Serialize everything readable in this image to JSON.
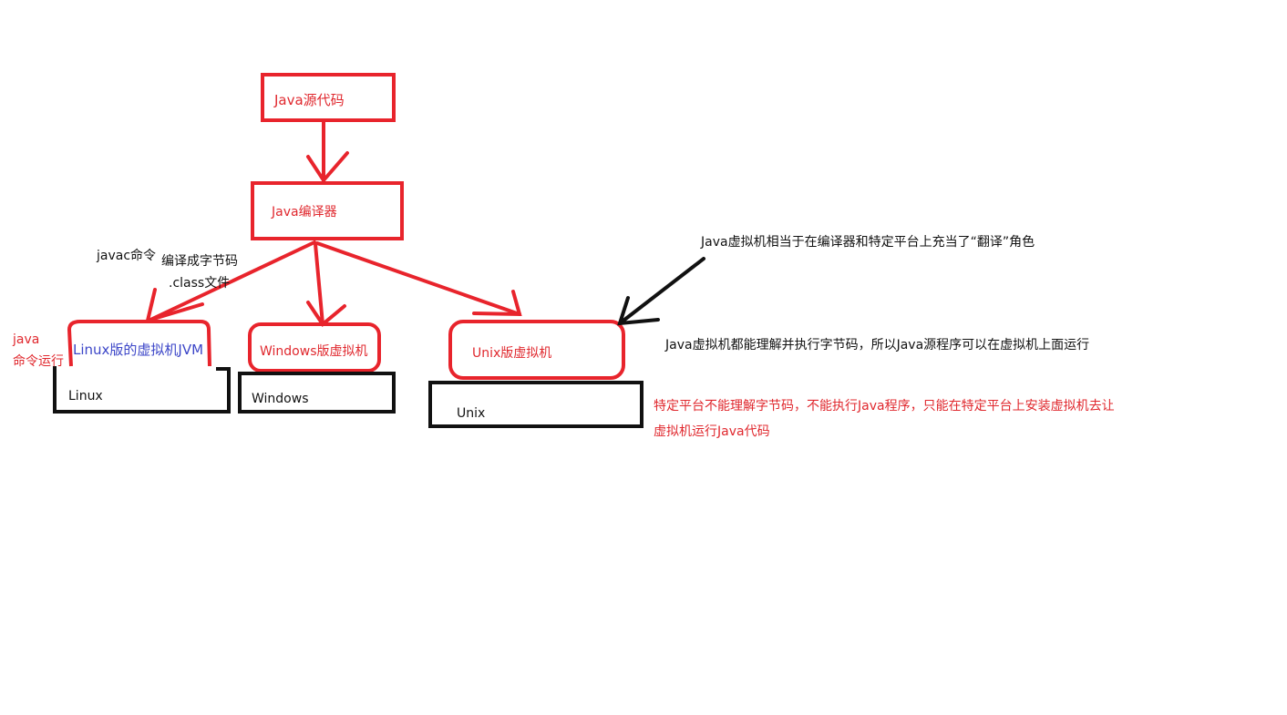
{
  "colors": {
    "stroke_red": "#e8242c",
    "stroke_black": "#111111",
    "text_red": "#e0282e",
    "text_blue": "#3c46c8",
    "text_black": "#111111"
  },
  "nodes": {
    "source": "Java源代码",
    "compiler": "Java编译器",
    "vm_linux": "Linux版的虚拟机JVM",
    "vm_windows": "Windows版虚拟机",
    "vm_unix": "Unix版虚拟机",
    "platform_linux": "Linux",
    "platform_windows": "Windows",
    "platform_unix": "Unix"
  },
  "annotations": {
    "javac_cmd": "javac命令",
    "compile_line1": "编译成字节码",
    "compile_line2": ".class文件",
    "java_cmd_line1": "java",
    "java_cmd_line2": "命令运行",
    "vm_role": "Java虚拟机相当于在编译器和特定平台上充当了“翻译”角色",
    "vm_understand": "Java虚拟机都能理解并执行字节码，所以Java源程序可以在虚拟机上面运行",
    "platform_note": "特定平台不能理解字节码，不能执行Java程序，只能在特定平台上安装虚拟机去让虚拟机运行Java代码"
  }
}
